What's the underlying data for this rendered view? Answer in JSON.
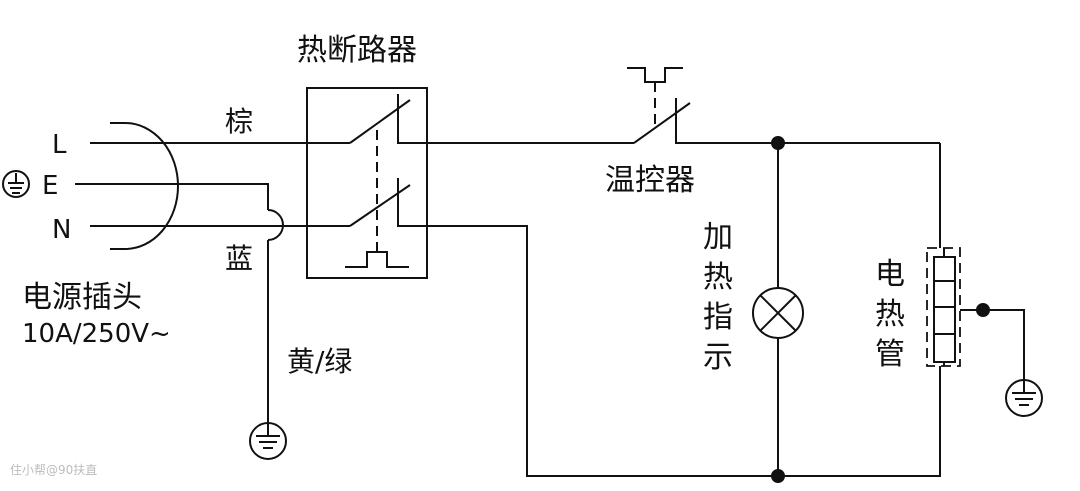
{
  "labels": {
    "thermal_breaker": "热断路器",
    "brown": "棕",
    "blue": "蓝",
    "line_L": "L",
    "earth_E": "E",
    "neutral_N": "N",
    "plug_title": "电源插头",
    "plug_rating": "10A/250V~",
    "yellow_green": "黄/绿",
    "thermostat": "温控器",
    "indicator": [
      "加",
      "热",
      "指",
      "示"
    ],
    "heater": [
      "电",
      "热",
      "管"
    ]
  },
  "watermark": "住小帮@90扶直",
  "colors": {
    "line": "#111111",
    "text": "#111111",
    "watermark": "#bdbdbd"
  }
}
